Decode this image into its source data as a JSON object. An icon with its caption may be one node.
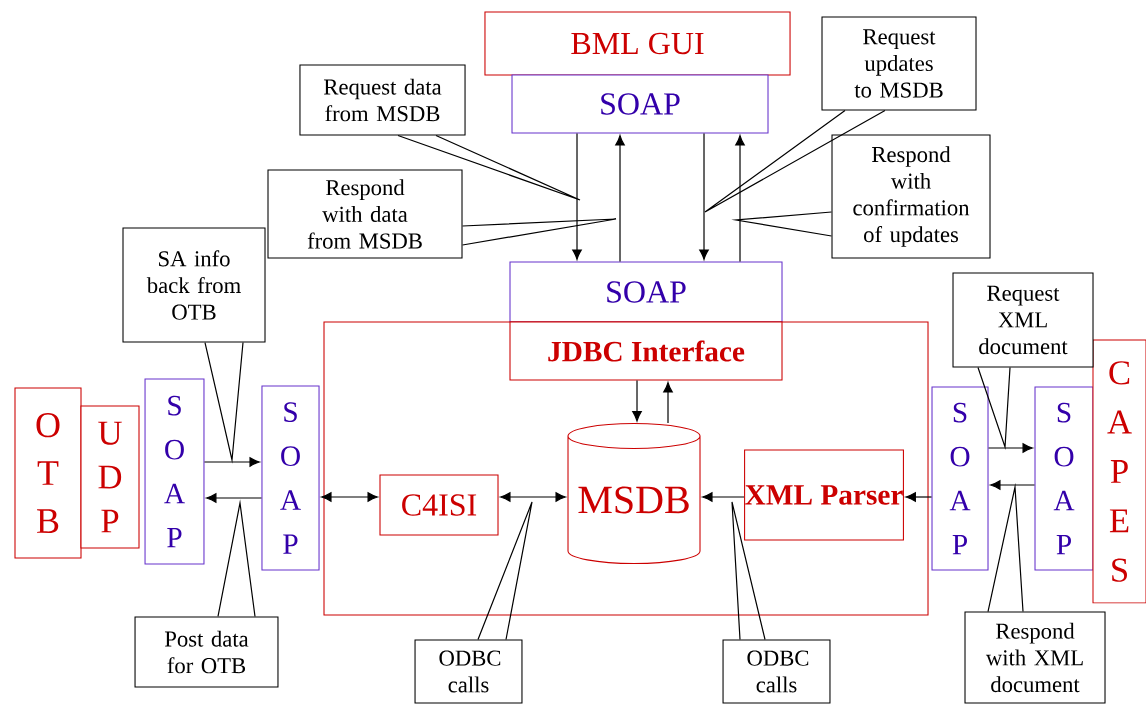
{
  "diagram": {
    "nodes": [
      {
        "text": [
          "BML GUI"
        ]
      },
      {
        "text": [
          "SOAP"
        ]
      },
      {
        "text": [
          "SOAP"
        ]
      },
      {
        "text": [],
        "shape": "box"
      },
      {
        "text": [
          "JDBC Interface"
        ],
        "in": 3
      },
      {
        "text": [
          "OTB"
        ]
      },
      {
        "text": [
          "UDP"
        ]
      },
      {
        "text": [
          "SOAP"
        ]
      },
      {
        "text": [
          "SOAP"
        ]
      },
      {
        "text": [
          "C4ISI"
        ],
        "in": 3
      },
      {
        "text": [
          "MSDB"
        ],
        "in": 3
      },
      {
        "text": [
          "XML Parser"
        ],
        "in": 3
      },
      {
        "text": [
          "SOAP"
        ]
      },
      {
        "text": [
          "SOAP"
        ]
      },
      {
        "text": [
          "CAPES"
        ]
      },
      {
        "text": [
          "Request data from MSDB"
        ]
      },
      {
        "text": [
          "Respond with data from MSDB"
        ]
      },
      {
        "text": [
          "Request updates to MSDB"
        ]
      },
      {
        "text": [
          "Respond with confirmation of updates"
        ]
      },
      {
        "text": [
          "SA info back from OTB"
        ]
      },
      {
        "text": [
          "Post data for OTB"
        ]
      },
      {
        "text": [
          "ODBC calls"
        ]
      },
      {
        "text": [
          "ODBC calls"
        ]
      },
      {
        "text": [
          "Request XML document"
        ]
      },
      {
        "text": [
          "Respond with XML document"
        ]
      }
    ],
    "edges": [
      {
        "from": 1,
        "to": 2,
        "arrow": "to"
      },
      {
        "from": 2,
        "to": 1,
        "arrow": "to"
      },
      {
        "from": 1,
        "to": 2,
        "arrow": "to"
      },
      {
        "from": 2,
        "to": 1,
        "arrow": "to"
      },
      {
        "from": 4,
        "to": 10,
        "arrow": "to"
      },
      {
        "from": 10,
        "to": 4,
        "arrow": "to"
      },
      {
        "from": 7,
        "to": 8,
        "arrow": "to"
      },
      {
        "from": 8,
        "to": 7,
        "arrow": "to"
      },
      {
        "from": 8,
        "to": 9,
        "arrow": "both"
      },
      {
        "from": 9,
        "to": 10,
        "arrow": "both"
      },
      {
        "from": 11,
        "to": 10,
        "arrow": "to"
      },
      {
        "from": 12,
        "to": 11,
        "arrow": "to"
      },
      {
        "from": 12,
        "to": 13,
        "arrow": "to"
      },
      {
        "from": 13,
        "to": 12,
        "arrow": "to"
      },
      {
        "from": 15,
        "to": null,
        "arrow": "none"
      },
      {
        "from": 16,
        "to": null,
        "arrow": "none"
      },
      {
        "from": 17,
        "to": null,
        "arrow": "none"
      },
      {
        "from": 18,
        "to": null,
        "arrow": "none"
      },
      {
        "from": 19,
        "to": null,
        "arrow": "none"
      },
      {
        "from": 20,
        "to": null,
        "arrow": "none"
      },
      {
        "from": 21,
        "to": null,
        "arrow": "none"
      },
      {
        "from": 22,
        "to": null,
        "arrow": "none"
      },
      {
        "from": 23,
        "to": null,
        "arrow": "none"
      },
      {
        "from": 24,
        "to": null,
        "arrow": "none"
      }
    ]
  }
}
